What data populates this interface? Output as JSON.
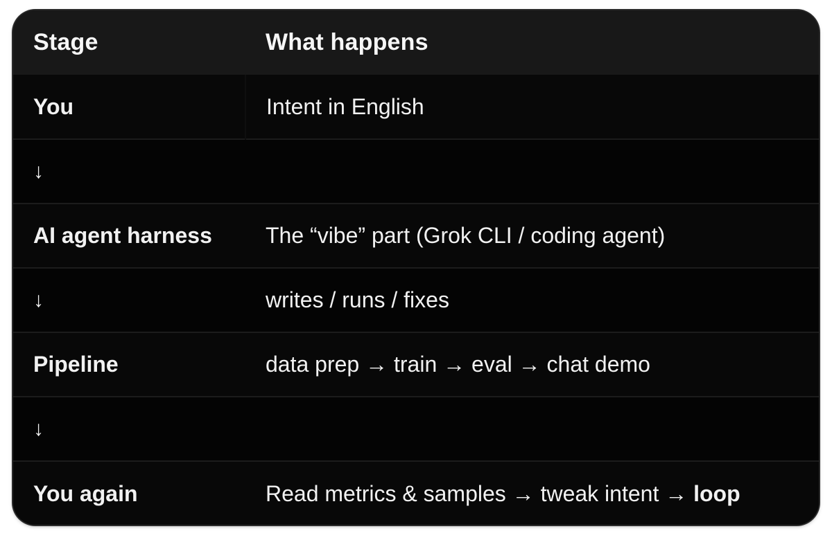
{
  "table": {
    "headers": [
      "Stage",
      "What happens"
    ],
    "rows": [
      {
        "stage": "You",
        "what": "Intent in English"
      },
      {
        "stage": "↓",
        "what": ""
      },
      {
        "stage": "AI agent harness",
        "what": "The “vibe” part (Grok CLI / coding agent)"
      },
      {
        "stage": "↓",
        "what": "writes / runs / fixes"
      },
      {
        "stage": "Pipeline",
        "what": "data prep → train → eval → chat demo"
      },
      {
        "stage": "↓",
        "what": ""
      },
      {
        "stage": "You again",
        "what": "Read metrics & samples → tweak intent → ",
        "what_bold": "loop"
      }
    ]
  }
}
